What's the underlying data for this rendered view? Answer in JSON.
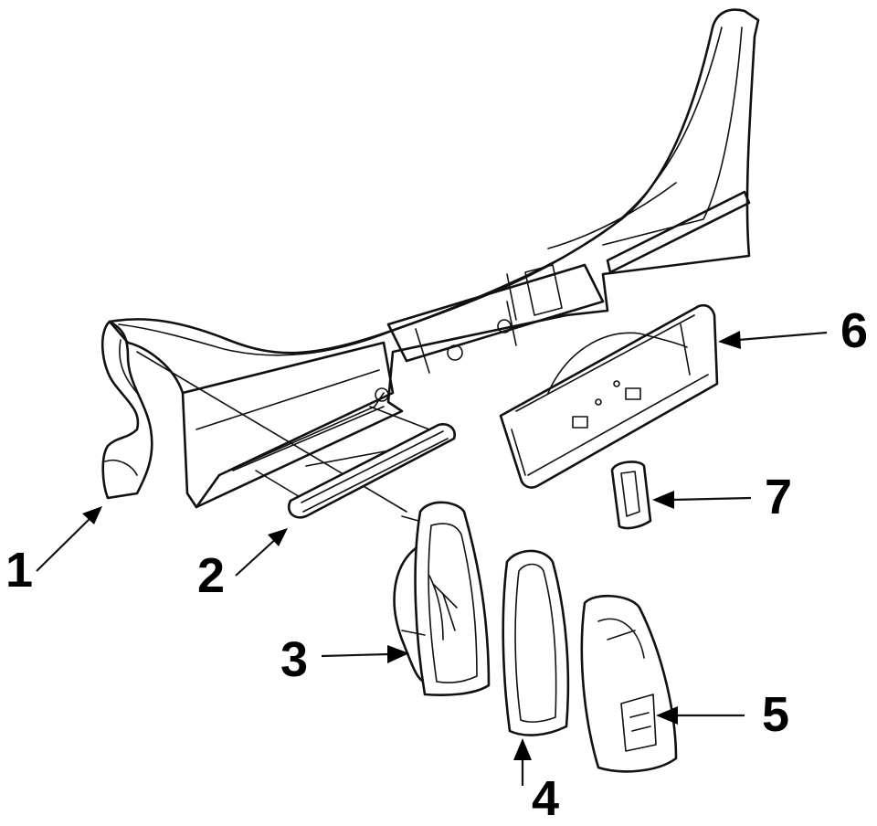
{
  "callouts": [
    {
      "id": "1",
      "label": "1"
    },
    {
      "id": "2",
      "label": "2"
    },
    {
      "id": "3",
      "label": "3"
    },
    {
      "id": "4",
      "label": "4"
    },
    {
      "id": "5",
      "label": "5"
    },
    {
      "id": "6",
      "label": "6"
    },
    {
      "id": "7",
      "label": "7"
    }
  ],
  "colors": {
    "line": "#111111",
    "background": "#ffffff"
  }
}
